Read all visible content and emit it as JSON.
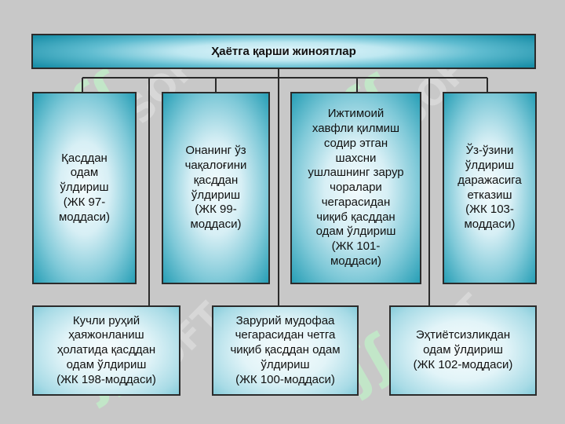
{
  "title": "Ҳаётга қарши жиноятлар",
  "top_row": [
    "Қасддан\nодам\nўлдириш \n(ЖК 97-\nмоддаси)",
    "Онанинг ўз\nчақалоғини\nқасддан\nўлдириш \n(ЖК 99-\nмоддаси)",
    "Ижтимоий\nхавфли қилмиш\nсодир этган\nшахсни\nушлашнинг зарур\nчоралари\nчегарасидан\nчиқиб қасддан\nодам ўлдириш\n(ЖК 101-\nмоддаси)",
    "Ўз-ўзини\nўлдириш\nдаражасига\nетказиш\n(ЖК 103-\nмоддаси)"
  ],
  "bottom_row": [
    "Кучли руҳий\nҳаяжонланиш\nҳолатида қасддан\nодам ўлдириш \n(ЖК 198-моддаси)",
    "Зарурий мудофаа\nчегарасидан четга\nчиқиб қасддан одам\nўлдириш\n(ЖК 100-моддаси)",
    "Эҳтиётсизликдан\nодам ўлдириш\n(ЖК 102-моддаси)"
  ],
  "colors": {
    "background": "#c8c8c8",
    "line": "#2b2b2b",
    "box_edge": "#1a8fa8",
    "box_center": "#f3fbfd"
  },
  "watermark_icon": "soft-logo-watermark"
}
